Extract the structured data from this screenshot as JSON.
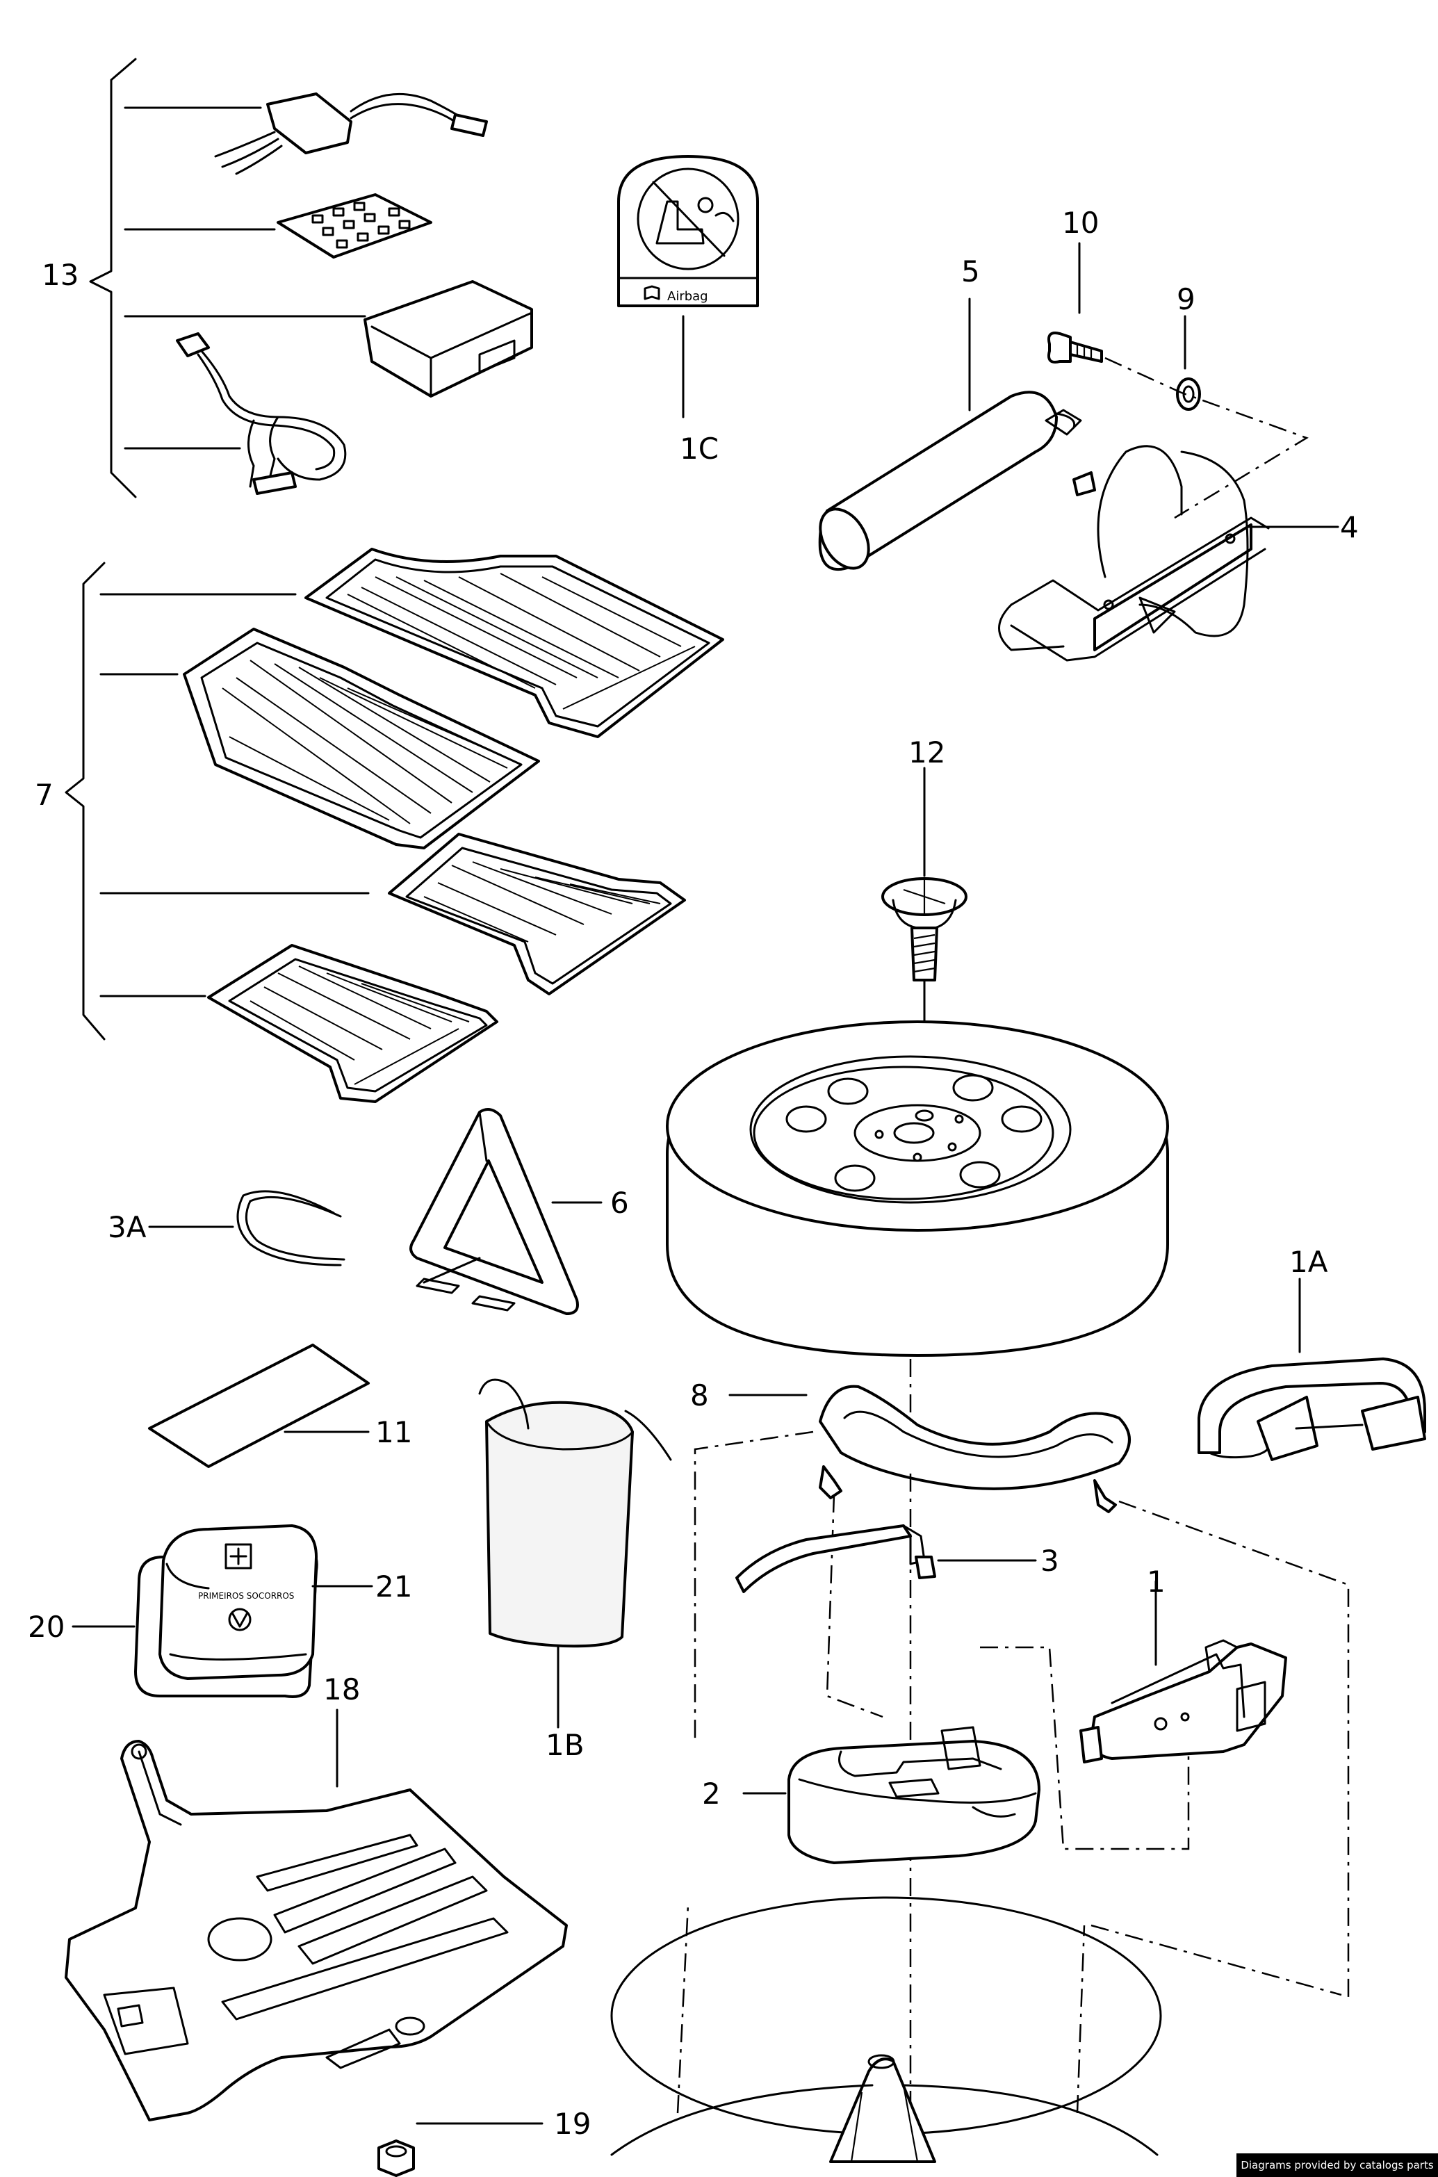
{
  "labels": {
    "p13": "13",
    "p1c": "1C",
    "p10": "10",
    "p9": "9",
    "p5": "5",
    "p4": "4",
    "p7": "7",
    "p12": "12",
    "p3a": "3A",
    "p6": "6",
    "p1a": "1A",
    "p8": "8",
    "p11": "11",
    "p3": "3",
    "p1": "1",
    "p21": "21",
    "p20": "20",
    "p1b": "1B",
    "p18": "18",
    "p2": "2",
    "p19": "19"
  },
  "sticker": {
    "text": "Airbag"
  },
  "first_aid": {
    "text": "PRIMEIROS SOCORROS"
  },
  "credit": "Diagrams provided by catalogs parts"
}
